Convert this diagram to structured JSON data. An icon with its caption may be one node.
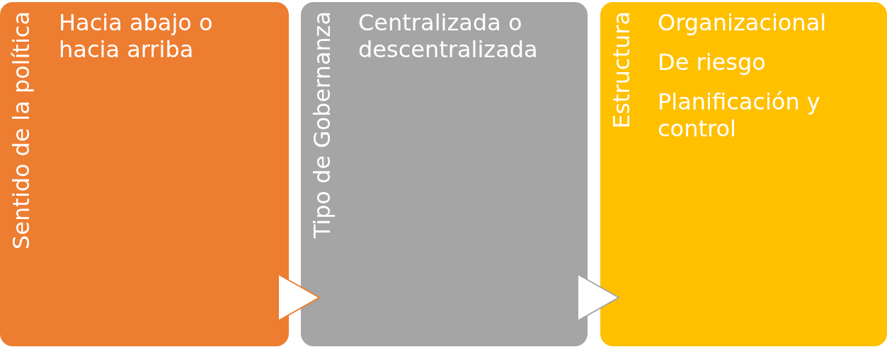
{
  "diagram": {
    "nodes": [
      {
        "text": [
          "Sentido de la política",
          "Hacia abajo o hacia arriba"
        ]
      },
      {
        "text": [
          "Tipo de Gobernanza",
          "Centralizada o descentralizada"
        ]
      },
      {
        "text": [
          "Estructura",
          "Organizacional",
          "De riesgo",
          "Planificación y control"
        ]
      }
    ],
    "edges": [
      {
        "from": 0,
        "to": 1,
        "arrow": "to"
      },
      {
        "from": 1,
        "to": 2,
        "arrow": "to"
      }
    ]
  }
}
